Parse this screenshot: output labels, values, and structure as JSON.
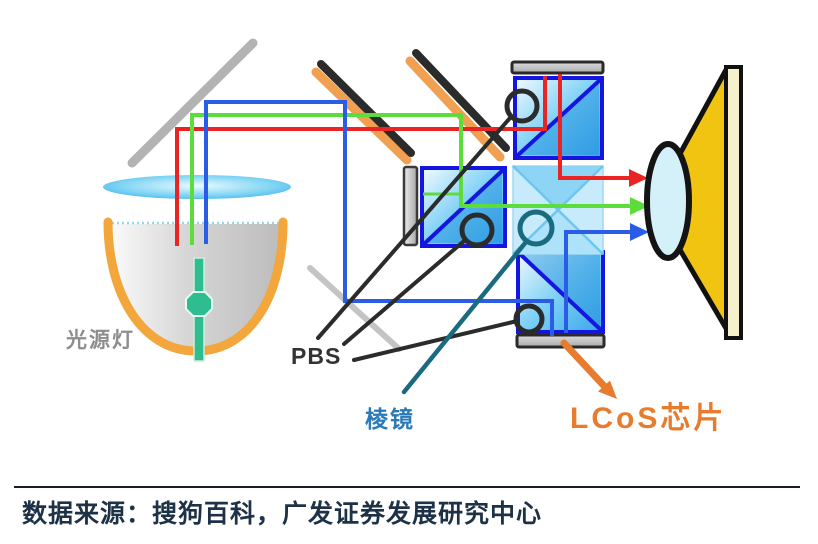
{
  "figure": {
    "labels": {
      "lamp": "光源灯",
      "pbs": "PBS",
      "prism": "棱镜",
      "lcos": "LCoS芯片"
    },
    "source_line": "数据来源：搜狗百科，广发证券发展研究中心",
    "colors": {
      "beam_red": "#ea2422",
      "beam_green": "#5cdd3c",
      "beam_blue": "#2b5ce6",
      "mirror_orange": "#f0a050",
      "mirror_black": "#2b2b2b",
      "prism_border_blue": "#1515e0",
      "cone_yellow": "#f2c412",
      "lcos_label_orange": "#e87c2e",
      "prism_label_blue": "#2b7ab8",
      "lamp_label_gray": "#8e8e8e",
      "pbs_label_gray": "#333333",
      "source_text_navy": "#1d3247",
      "annotation_teal": "#1b6b80",
      "lamp_rod_teal": "#2ebd8f",
      "lamp_arc_orange": "#f3a63c"
    }
  }
}
